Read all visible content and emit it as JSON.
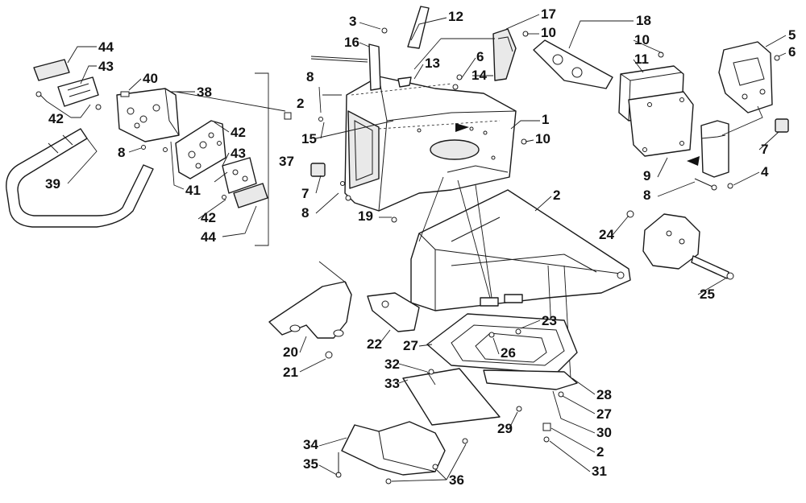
{
  "diagram": {
    "callouts": {
      "c1": "1",
      "c2a": "2",
      "c2b": "2",
      "c2c": "2",
      "c3": "3",
      "c4": "4",
      "c5": "5",
      "c6a": "6",
      "c6b": "6",
      "c7a": "7",
      "c7b": "7",
      "c8a": "8",
      "c8b": "8",
      "c8c": "8",
      "c8d": "8",
      "c9": "9",
      "c10a": "10",
      "c10b": "10",
      "c10c": "10",
      "c11": "11",
      "c12": "12",
      "c13": "13",
      "c14": "14",
      "c15": "15",
      "c16": "16",
      "c17": "17",
      "c18": "18",
      "c19": "19",
      "c20": "20",
      "c21": "21",
      "c22": "22",
      "c23": "23",
      "c24": "24",
      "c25": "25",
      "c26": "26",
      "c27a": "27",
      "c27b": "27",
      "c28": "28",
      "c29": "29",
      "c30": "30",
      "c31": "31",
      "c32": "32",
      "c33": "33",
      "c34": "34",
      "c35": "35",
      "c36": "36",
      "c37": "37",
      "c38": "38",
      "c39": "39",
      "c40": "40",
      "c41": "41",
      "c42a": "42",
      "c42b": "42",
      "c42c": "42",
      "c43a": "43",
      "c43b": "43",
      "c44a": "44",
      "c44b": "44"
    }
  }
}
